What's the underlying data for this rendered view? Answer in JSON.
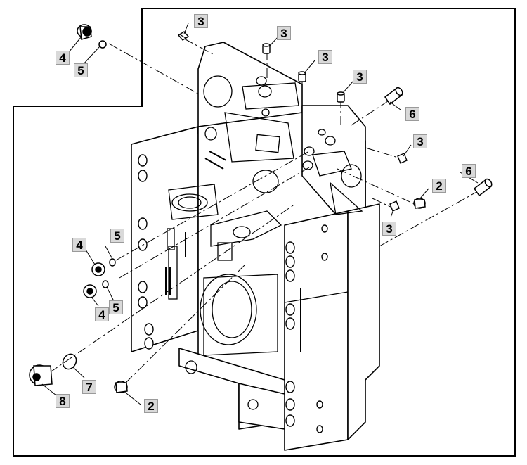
{
  "diagram": {
    "callouts": [
      {
        "id": "c1",
        "label": "3"
      },
      {
        "id": "c2",
        "label": "3"
      },
      {
        "id": "c3",
        "label": "3"
      },
      {
        "id": "c4",
        "label": "3"
      },
      {
        "id": "c5",
        "label": "3"
      },
      {
        "id": "c6",
        "label": "3"
      },
      {
        "id": "c7",
        "label": "4"
      },
      {
        "id": "c8",
        "label": "5"
      },
      {
        "id": "c9",
        "label": "6"
      },
      {
        "id": "c10",
        "label": "2"
      },
      {
        "id": "c11",
        "label": "6"
      },
      {
        "id": "c12",
        "label": "5"
      },
      {
        "id": "c13",
        "label": "4"
      },
      {
        "id": "c14",
        "label": "4"
      },
      {
        "id": "c15",
        "label": "5"
      },
      {
        "id": "c16",
        "label": "7"
      },
      {
        "id": "c17",
        "label": "8"
      },
      {
        "id": "c18",
        "label": "2"
      }
    ],
    "colors": {
      "line": "#000000",
      "callout_fill": "#d9d9d9",
      "callout_border": "#9a9a9a",
      "background": "#ffffff"
    }
  }
}
